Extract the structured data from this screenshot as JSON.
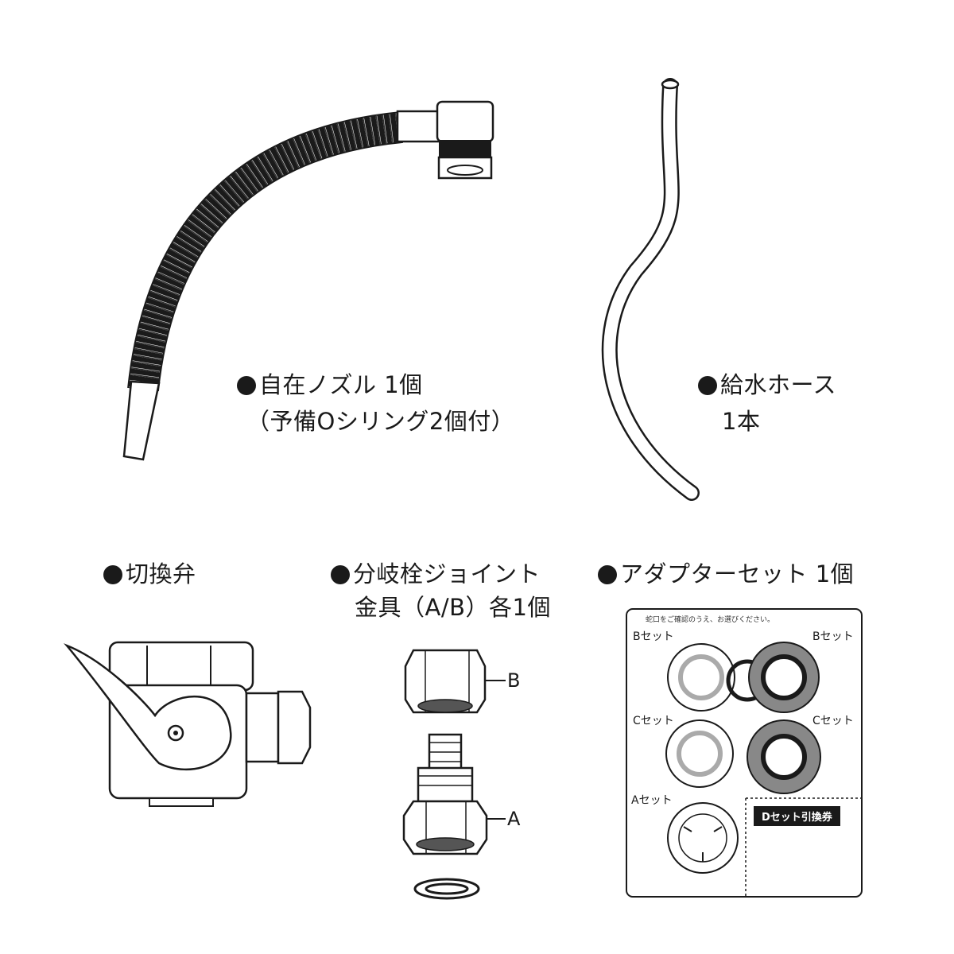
{
  "items": {
    "nozzle": {
      "title": "自在ノズル 1個",
      "sub": "（予備Oシリング2個付）"
    },
    "hose": {
      "title": "給水ホース",
      "sub": "1本"
    },
    "valve": {
      "title": "切換弁"
    },
    "joint": {
      "title": "分岐栓ジョイント",
      "sub": "金具（A/B）各1個",
      "label_b": "B",
      "label_a": "A"
    },
    "adapter": {
      "title": "アダプターセット 1個",
      "note": "蛇口をご確認のうえ、お選びください。",
      "b_left": "Bセット",
      "b_right": "Bセット",
      "c_left": "Cセット",
      "c_right": "Cセット",
      "a_left": "Aセット",
      "voucher": "Dセット引換券"
    }
  }
}
